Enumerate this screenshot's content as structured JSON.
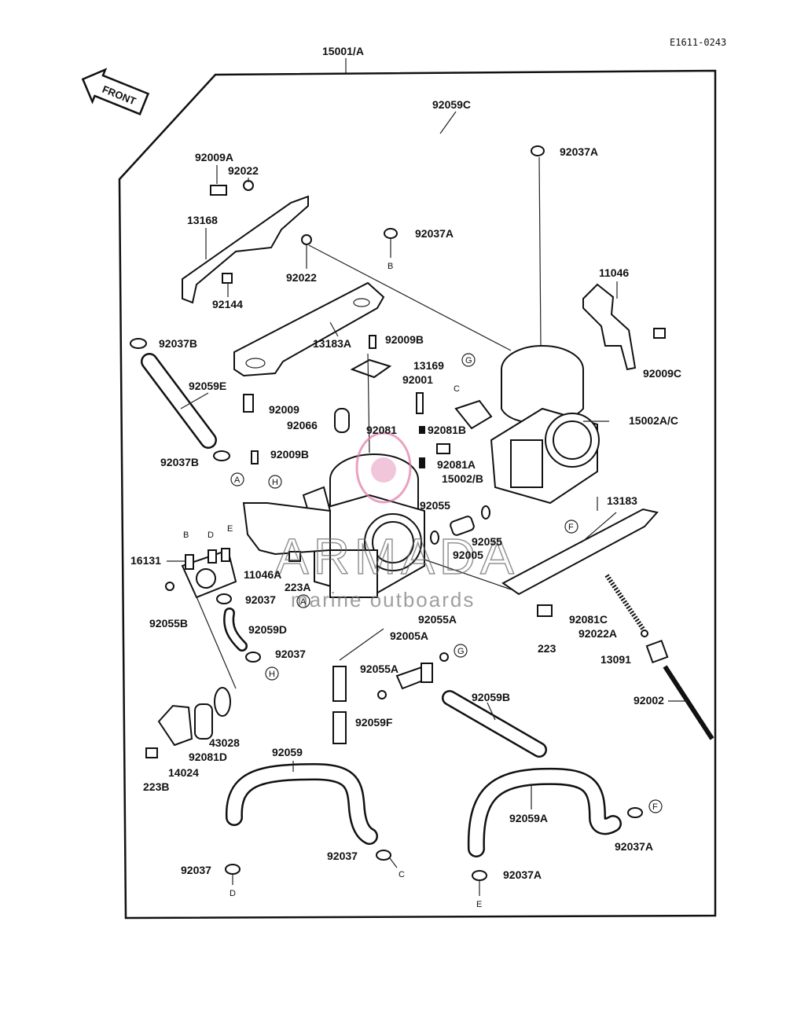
{
  "header": {
    "drawing_code": "E1611-0243",
    "assembly_ref": "15001/A"
  },
  "front_arrow": {
    "label": "FRONT"
  },
  "watermark": {
    "brand": "ARMADA",
    "tagline": "marine outboards"
  },
  "labels": {
    "p92059C": "92059C",
    "p92037A_top": "92037A",
    "p92009A": "92009A",
    "p92022_a": "92022",
    "p13168": "13168",
    "p92022_b": "92022",
    "p92037A_2": "92037A",
    "p92144": "92144",
    "p11046": "11046",
    "p92037B_a": "92037B",
    "p13183A": "13183A",
    "p92009B_a": "92009B",
    "p13169": "13169",
    "p92009C": "92009C",
    "p92059E": "92059E",
    "p92001": "92001",
    "p92009": "92009",
    "p92066": "92066",
    "p92081": "92081",
    "p92081B": "92081B",
    "p15002AC": "15002A/C",
    "p92037B_b": "92037B",
    "p92009B_b": "92009B",
    "p92081A": "92081A",
    "p15002B": "15002/B",
    "p13183": "13183",
    "p92055_a": "92055",
    "p92055_b": "92055",
    "p16131": "16131",
    "p92005": "92005",
    "p11046A": "11046A",
    "p223A": "223A",
    "p92037_a": "92037",
    "p92081C": "92081C",
    "p92055B": "92055B",
    "p92022A": "92022A",
    "p92059D": "92059D",
    "p223": "223",
    "p92055A_a": "92055A",
    "p92005A": "92005A",
    "p92037_b": "92037",
    "p13091": "13091",
    "p92055A_b": "92055A",
    "p92059B": "92059B",
    "p92002": "92002",
    "p92059F": "92059F",
    "p43028": "43028",
    "p92081D": "92081D",
    "p14024": "14024",
    "p223B": "223B",
    "p92059": "92059",
    "p92059A": "92059A",
    "p92037_c": "92037",
    "p92037A_3": "92037A",
    "p92037_d": "92037",
    "p92037A_4": "92037A"
  },
  "ref_letters": {
    "B_top": "B",
    "G_1": "G",
    "C_1": "C",
    "A_1": "A",
    "H_1": "H",
    "B_2": "B",
    "D_2": "D",
    "E_2": "E",
    "F_1": "F",
    "A_2": "A",
    "G_2": "G",
    "H_2": "H",
    "C_2": "C",
    "D_3": "D",
    "E_3": "E",
    "F_2": "F"
  }
}
